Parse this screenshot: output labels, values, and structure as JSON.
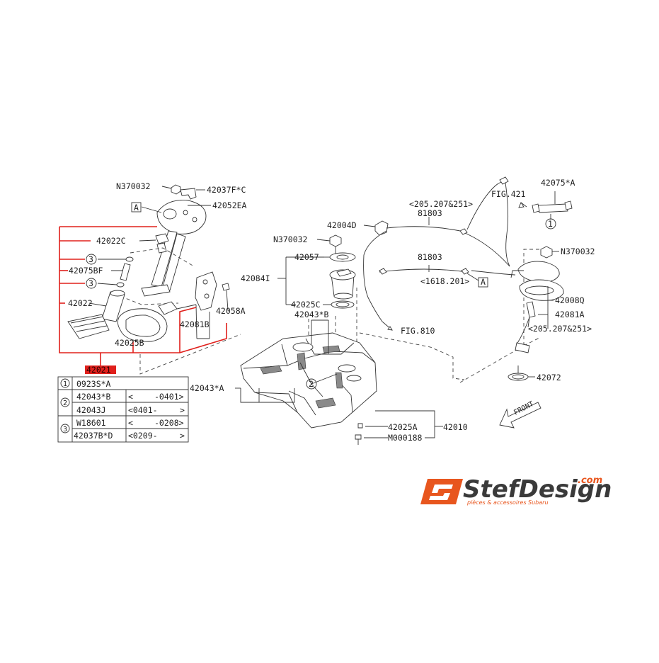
{
  "labels": {
    "n370032_top": "N370032",
    "p42037f": "42037F*C",
    "box_a_left": "A",
    "p42052ea": "42052EA",
    "p42022c": "42022C",
    "circ3_a": "3",
    "p42075bf": "42075BF",
    "circ3_b": "3",
    "p42022": "42022",
    "p42058a": "42058A",
    "p42081b": "42081B",
    "p42025b": "42025B",
    "p42021": "42021",
    "p42004d": "42004D",
    "n370032_mid": "N370032",
    "p42057": "42057",
    "p42084i": "42084I",
    "p42025c": "42025C",
    "p42043b": "42043*B",
    "p42043a": "42043*A",
    "circ2": "2",
    "p42025a": "42025A",
    "p42010": "42010",
    "m000188": "M000188",
    "fig810": "FIG.810",
    "variant_top": "<205.207&251>",
    "p81803_top": "81803",
    "p81803_bot": "81803",
    "variant_bot": "<1618.201>",
    "box_a_right": "A",
    "fig421": "FIG.421",
    "p42075a": "42075*A",
    "circ1": "1",
    "n370032_right": "N370032",
    "p42008q": "42008Q",
    "p42081a": "42081A",
    "variant_right": "<205.207&251>",
    "p42072": "42072",
    "front": "FRONT"
  },
  "table": {
    "rows": [
      {
        "ref": "1",
        "part": "0923S*A",
        "from": "",
        "to": ""
      },
      {
        "ref": "2",
        "part": "42043*B",
        "from": "<",
        "to": "-0401>"
      },
      {
        "ref": "",
        "part": "42043J",
        "from": "<0401-",
        "to": ">"
      },
      {
        "ref": "3",
        "part": "W18601",
        "from": "<",
        "to": "-0208>"
      },
      {
        "ref": "",
        "part": "42037B*D",
        "from": "<0209-",
        "to": ">"
      }
    ]
  },
  "logo": {
    "mark": "SD",
    "word": "StefDesign",
    "domain": ".com",
    "tagline": "pièces & accessoires Subaru"
  },
  "colors": {
    "highlight": "#e0201c",
    "brand_orange": "#e8561e",
    "brand_gray": "#3a3a3a"
  }
}
